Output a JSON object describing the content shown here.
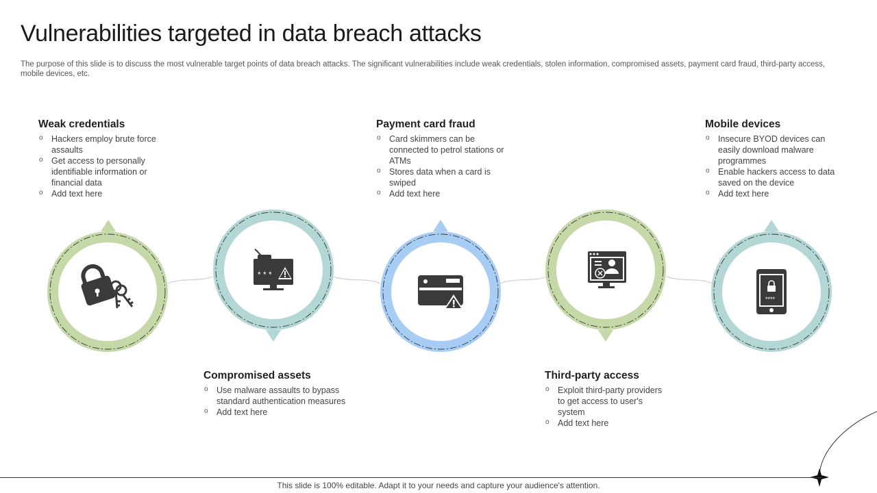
{
  "title": "Vulnerabilities targeted in data breach attacks",
  "description": "The purpose of this slide is to discuss the most vulnerable target points of data breach attacks. The significant vulnerabilities include weak credentials, stolen information, compromised assets, payment card fraud, third-party access, mobile devices, etc.",
  "items": [
    {
      "heading": "Weak credentials",
      "bullets": [
        "Hackers employ brute force assaults",
        "Get access to personally identifiable information or financial data",
        "Add text here"
      ],
      "icon": "lock-keys-icon",
      "ring_color": "#c5d9a8"
    },
    {
      "heading": "Compromised assets",
      "bullets": [
        "Use malware assaults to bypass standard authentication measures",
        "Add text here"
      ],
      "icon": "hacked-monitor-icon",
      "ring_color": "#b3d7d4"
    },
    {
      "heading": "Payment card fraud",
      "bullets": [
        "Card skimmers can be connected to petrol stations or ATMs",
        "Stores data when a card is swiped",
        "Add text here"
      ],
      "icon": "warning-card-icon",
      "ring_color": "#a7cdf4"
    },
    {
      "heading": "Third-party access",
      "bullets": [
        "Exploit third-party providers to get access to user's system",
        "Add text here"
      ],
      "icon": "user-monitor-icon",
      "ring_color": "#c5d9a8"
    },
    {
      "heading": "Mobile devices",
      "bullets": [
        "Insecure BYOD devices can easily download malware programmes",
        "Enable hackers access to data saved on the device",
        "Add text here"
      ],
      "icon": "locked-phone-icon",
      "ring_color": "#b3d7d4"
    }
  ],
  "footer": "This slide is 100% editable. Adapt it to your needs and capture your audience's attention."
}
